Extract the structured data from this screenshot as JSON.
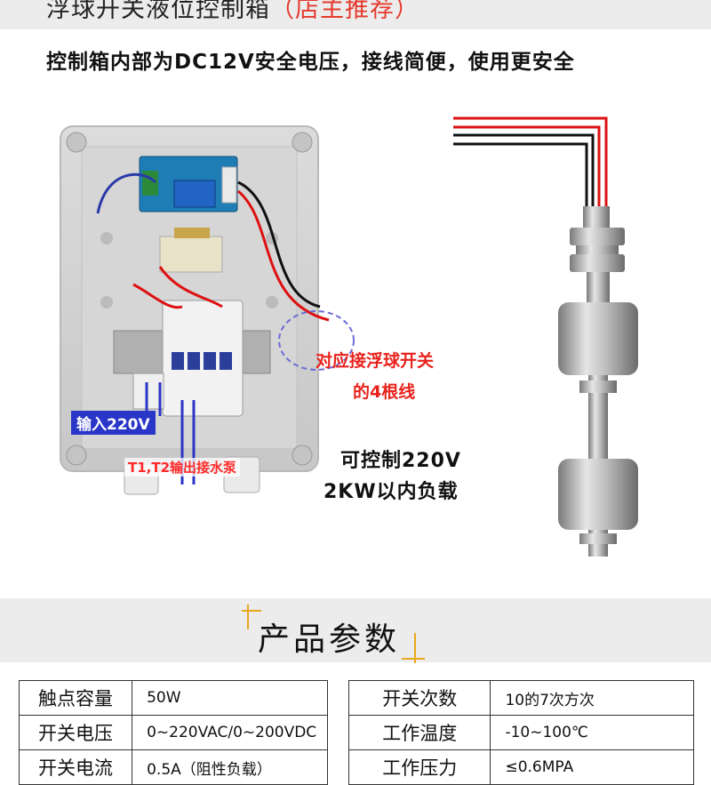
{
  "header": {
    "title": "浮球开关液位控制箱",
    "title_suffix": "（店主推荐）",
    "headline": "控制箱内部为DC12V安全电压，接线简便，使用更安全"
  },
  "callouts": {
    "float_wires_line1": "对应接浮球开关",
    "float_wires_line2": "的4根线",
    "input_label": "输入220V",
    "pump_label": "T1,T2输出接水泵",
    "load_line1": "可控制220V",
    "load_line2": "2KW以内负载"
  },
  "params": {
    "title": "产品参数",
    "left_table": [
      {
        "label": "触点容量",
        "value": "50W"
      },
      {
        "label": "开关电压",
        "value": "0~220VAC/0~200VDC"
      },
      {
        "label": "开关电流",
        "value": "0.5A（阻性负载）"
      }
    ],
    "right_table": [
      {
        "label": "开关次数",
        "value": "10的7次方次"
      },
      {
        "label": "工作温度",
        "value": "-10~100℃"
      },
      {
        "label": "工作压力",
        "value": "≤0.6MPA"
      }
    ]
  },
  "colors": {
    "accent_red": "#e8231d",
    "input_blue": "#2a36c8",
    "deco_gold": "#e8a81e"
  }
}
